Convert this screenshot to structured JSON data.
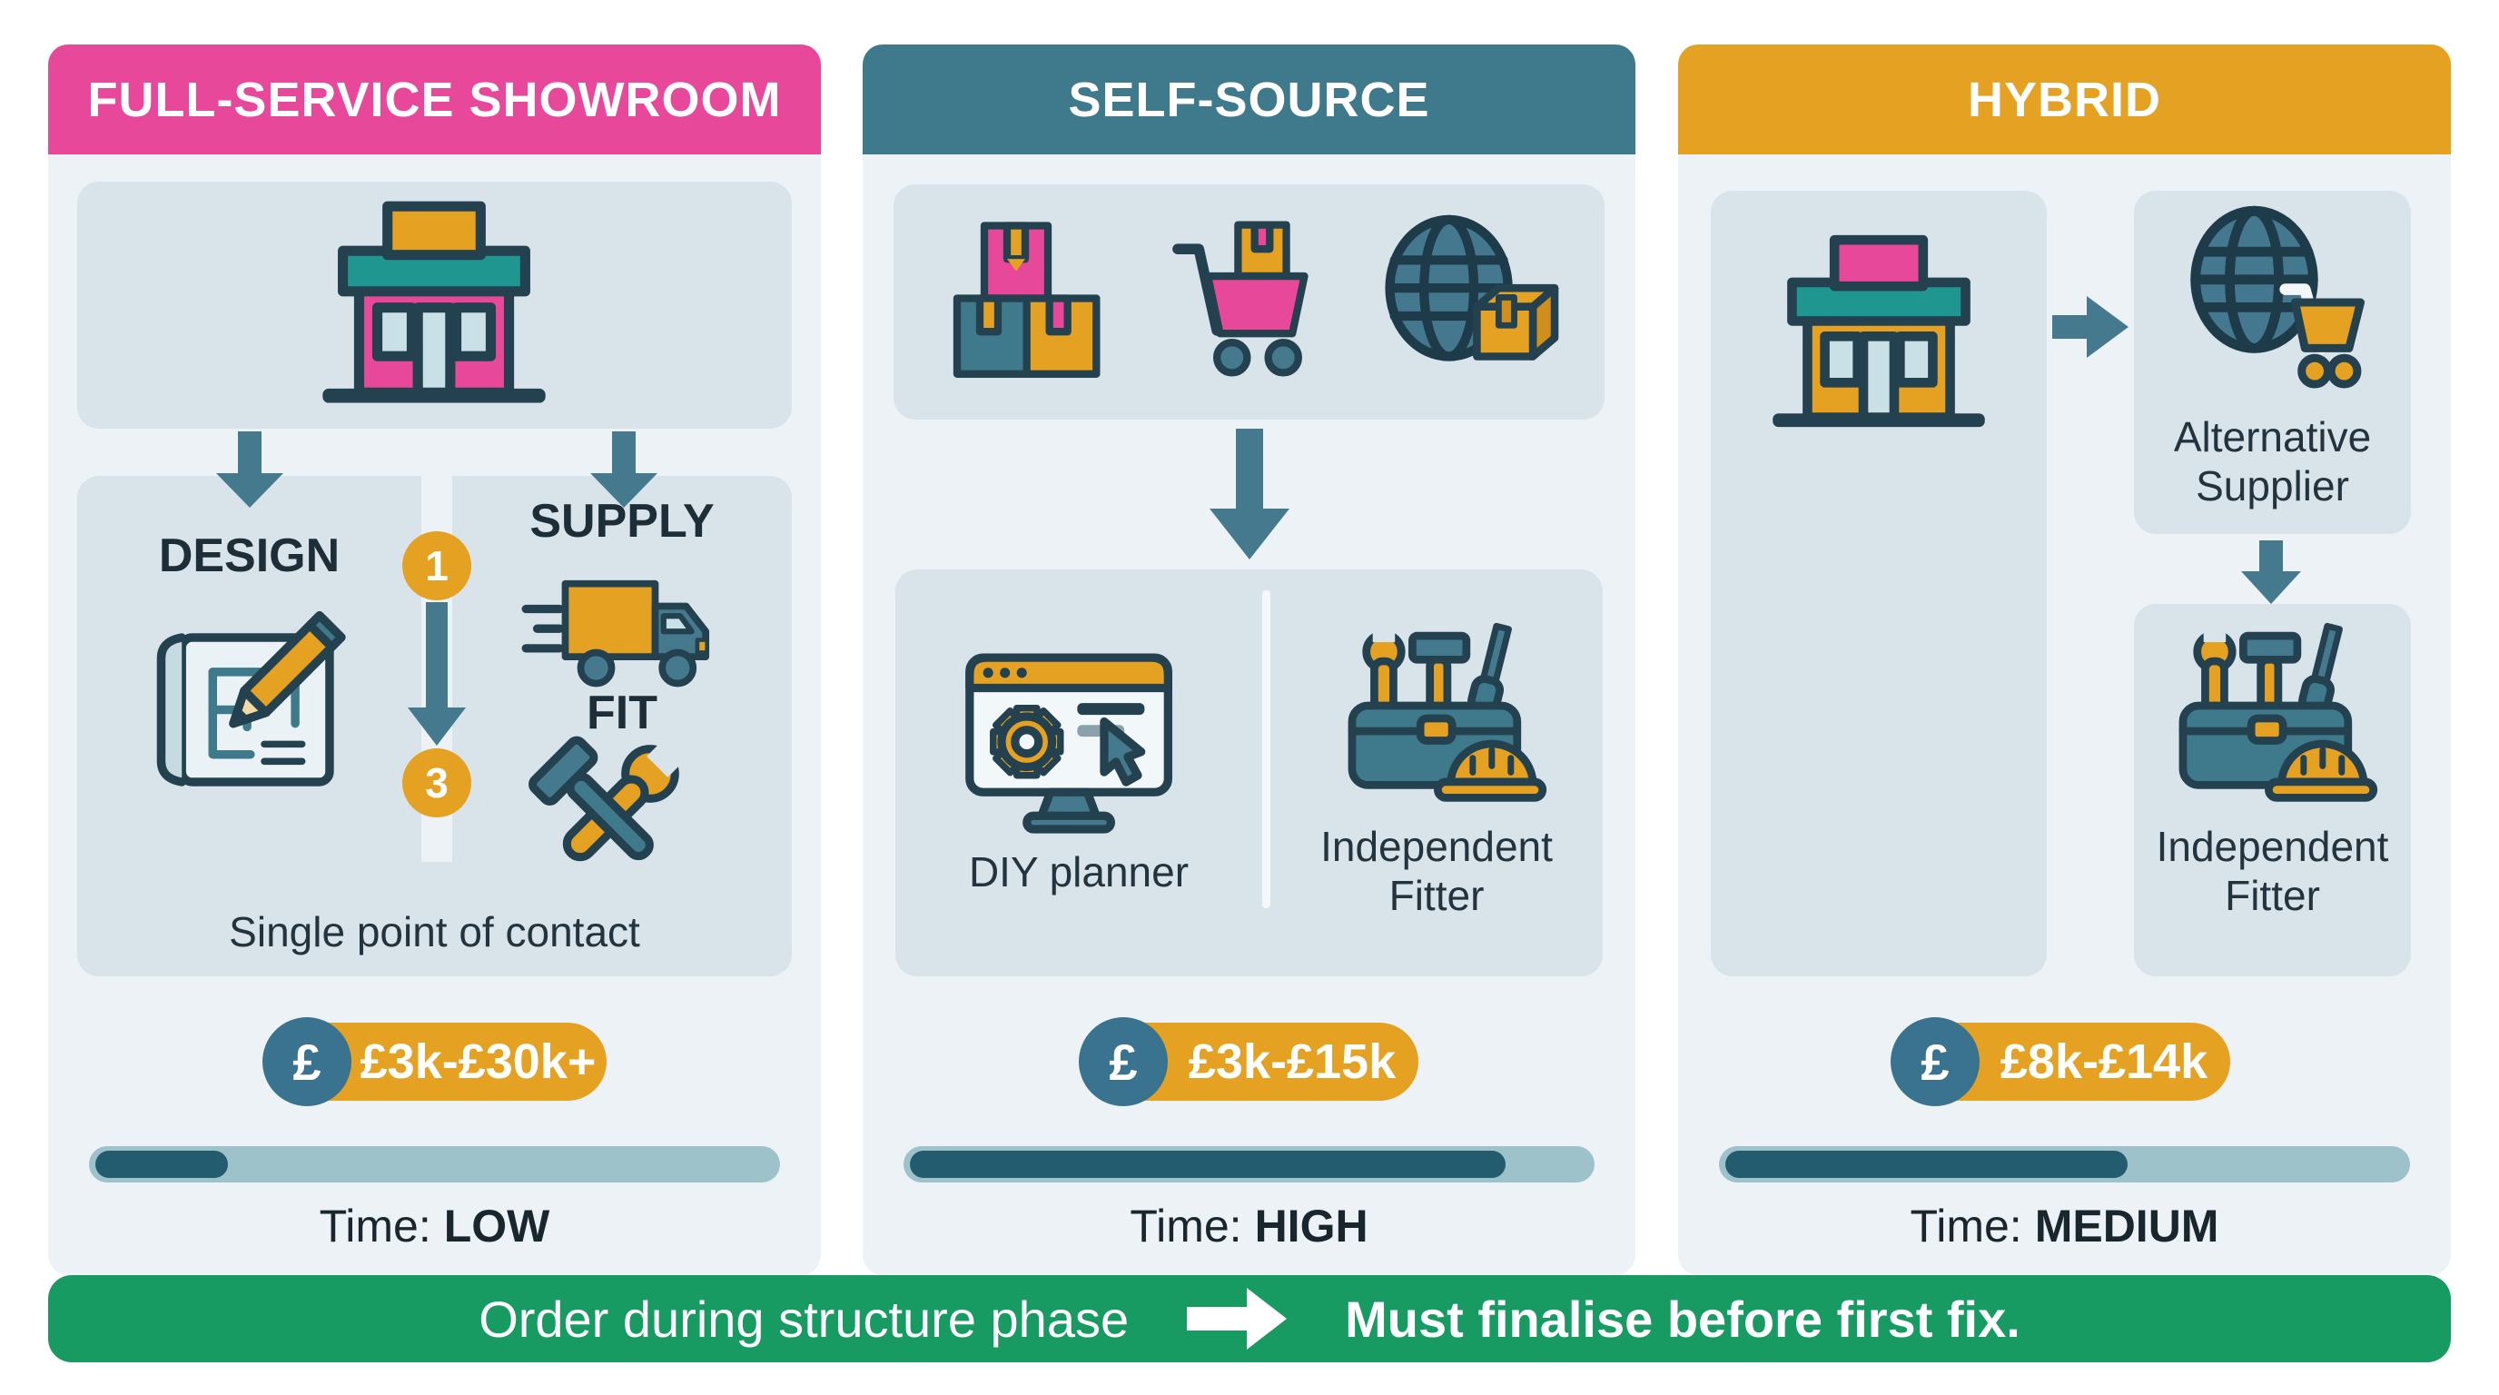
{
  "palette": {
    "pink": "#E8489A",
    "teal": "#3E7A8C",
    "orange": "#E5A122",
    "green": "#189A63",
    "column_body": "#EDF2F6",
    "card": "#D9E4EA",
    "outline": "#24414F",
    "arrow": "#44798E",
    "track": "#9EC2C9",
    "track_fill": "#245C6F",
    "pound_circle": "#3A7390"
  },
  "columns": [
    {
      "header": "FULL-SERVICE SHOWROOM",
      "header_color": "#E8489A",
      "icon_names": [
        "storefront-icon",
        "blueprint-design-icon",
        "delivery-truck-icon",
        "wrench-hammer-icon"
      ],
      "labels": {
        "design": "DESIGN",
        "supply": "SUPPLY",
        "fit": "FIT"
      },
      "badges": {
        "step_a": "1",
        "step_b": "3"
      },
      "caption": "Single point of contact",
      "pound": "£",
      "price": "£3k-£30k+",
      "time_label": "Time:",
      "time_value": "LOW",
      "time_fill_pct": 21
    },
    {
      "header": "SELF-SOURCE",
      "header_color": "#3E7A8C",
      "icon_names": [
        "stacked-boxes-icon",
        "shopping-cart-icon",
        "globe-box-icon",
        "diy-planner-monitor-icon",
        "toolbox-hardhat-icon"
      ],
      "labels": {
        "planner": "DIY planner",
        "fitter_line1": "Independent",
        "fitter_line2": "Fitter"
      },
      "pound": "£",
      "price": "£3k-£15k",
      "time_label": "Time:",
      "time_value": "HIGH",
      "time_fill_pct": 88
    },
    {
      "header": "HYBRID",
      "header_color": "#E5A122",
      "icon_names": [
        "storefront-icon",
        "globe-cart-icon",
        "toolbox-hardhat-icon"
      ],
      "labels": {
        "supplier_line1": "Alternative",
        "supplier_line2": "Supplier",
        "fitter_line1": "Independent",
        "fitter_line2": "Fitter"
      },
      "pound": "£",
      "price": "£8k-£14k",
      "time_label": "Time:",
      "time_value": "MEDIUM",
      "time_fill_pct": 60
    }
  ],
  "footer": {
    "regular": "Order during structure phase",
    "bold": "Must finalise before first fix."
  }
}
